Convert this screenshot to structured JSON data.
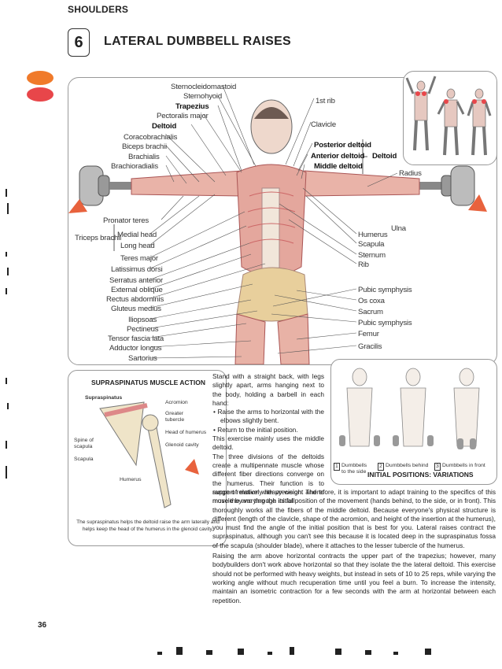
{
  "header": {
    "section": "SHOULDERS",
    "exercise_number": "6",
    "exercise_title": "LATERAL DUMBBELL RAISES"
  },
  "accent_colors": {
    "orange": "#f07a2a",
    "red": "#e8464a"
  },
  "main_figure": {
    "labels_left": [
      "Sternocleidomastoid",
      "Sternohyoid",
      "Trapezius",
      "Pectoralis major",
      "Deltoid",
      "Coracobrachialis",
      "Biceps brachii",
      "Brachialis",
      "Brachioradialis",
      "Pronator teres",
      "Triceps brachii",
      "Medial head",
      "Long head",
      "Teres major",
      "Latissimus dorsi",
      "Serratus anterior",
      "External oblique",
      "Rectus abdominis",
      "Gluteus medius",
      "Iliopsoas",
      "Pectineus",
      "Tensor fascia lata",
      "Adductor longus",
      "Sartorius"
    ],
    "labels_right": [
      "1st rib",
      "Clavicle",
      "Posterior deltoid",
      "Anterior deltoid",
      "Middle deltoid",
      "Deltoid",
      "Radius",
      "Ulna",
      "Humerus",
      "Scapula",
      "Sternum",
      "Rib",
      "Pubic symphysis",
      "Os coxa",
      "Sacrum",
      "Pubic symphysis",
      "Femur",
      "Gracilis"
    ]
  },
  "supraspinatus": {
    "title": "SUPRASPINATUS MUSCLE ACTION",
    "labels": [
      "Supraspinatus",
      "Acromion",
      "Greater tubercle",
      "Head of humerus",
      "Glenoid cavity",
      "Spine of scapula",
      "Scapula",
      "Humerus"
    ],
    "caption": "The supraspinatus helps the deltoid raise the arm laterally and helps keep the head of the humerus in the glenoid cavity."
  },
  "variations": {
    "title": "INITIAL POSITIONS: VARIATIONS",
    "items": [
      {
        "num": "1",
        "label": "Dumbbells to the side"
      },
      {
        "num": "2",
        "label": "Dumbbells behind"
      },
      {
        "num": "3",
        "label": "Dumbbells in front"
      }
    ]
  },
  "text": {
    "intro": "Stand with a straight back, with legs slightly apart, arms hanging next to the body, holding a barbell in each hand:",
    "bullet1": "Raise the arms to horizontal with the elbows slightly bent.",
    "bullet2": "Return to the initial position.",
    "p1": "This exercise mainly uses the middle deltoid.",
    "p2": "The three divisions of the deltoids create a multipennate muscle whose different fiber directions converge on the humerus. Their function is to support relatively heavy weight and to move the arm through its full",
    "p2_cont": "range of motion with precision. Therefore, it is important to adapt training to the specifics of this muscle by varying the initial position of the movement (hands behind, to the side, or in front). This thoroughly works all the fibers of the middle deltoid. Because everyone's physical structure is different (length of the clavicle, shape of the acromion, and height of the insertion at the humerus), you must find the angle of the initial position that is best for you. Lateral raises contract the supraspinatus, although you can't see this because it is located deep in the supraspinatus fossa of the scapula (shoulder blade), where it attaches to the lesser tubercle of the humerus.",
    "p3": "Raising the arm above horizontal contracts the upper part of the trapezius; however, many bodybuilders don't work above horizontal so that they isolate the the lateral deltoid. This exercise should not be performed with heavy weights, but instead in sets of 10 to 25 reps, while varying the working angle without much recuperation time until you feel a burn. To increase the intensity, maintain an isometric contraction for a few seconds with the arm at horizontal between each repetition."
  },
  "footer": {
    "page_number": "36"
  }
}
